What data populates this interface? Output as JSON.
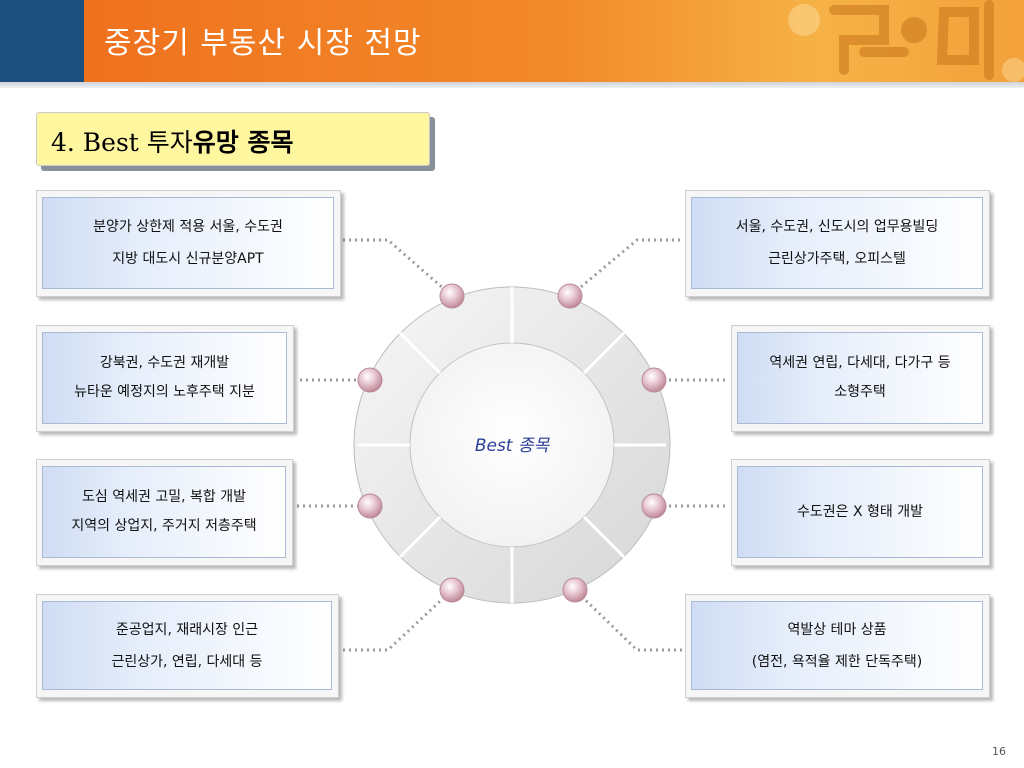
{
  "slide": {
    "title": "중장기 부동산 시장 전망",
    "section_title_plain": "4. Best 투자",
    "section_title_bold": "유망 종목",
    "center_label": "Best 종목",
    "page_number": "16"
  },
  "left_cards": [
    {
      "line1": "분양가 상한제 적용 서울, 수도권",
      "line2": "지방 대도시 신규분양APT"
    },
    {
      "line1": "강북권, 수도권 재개발",
      "line2": "뉴타운 예정지의 노후주택 지분"
    },
    {
      "line1": "도심 역세권 고밀, 복합 개발",
      "line2": "지역의 상업지, 주거지 저층주택"
    },
    {
      "line1": "준공업지, 재래시장 인근",
      "line2": "근린상가, 연립, 다세대 등"
    }
  ],
  "right_cards": [
    {
      "line1": "서울, 수도권, 신도시의 업무용빌딩",
      "line2": "근린상가주택, 오피스텔"
    },
    {
      "line1": "역세권 연립, 다세대, 다가구 등",
      "line2": "소형주택"
    },
    {
      "line1": "수도권은 X 형태 개발"
    },
    {
      "line1": "역발상 테마 상품",
      "line2": "(염전, 욕적율 제한 단독주택)"
    }
  ],
  "colors": {
    "header_orange": "#ef6d1c",
    "header_navy": "#1d4f7d",
    "title_box_yellow": "#fff6a0",
    "card_blue": "#cfdcf3",
    "center_text": "#2b3f9a",
    "connector_dot": "#d9aab8"
  }
}
